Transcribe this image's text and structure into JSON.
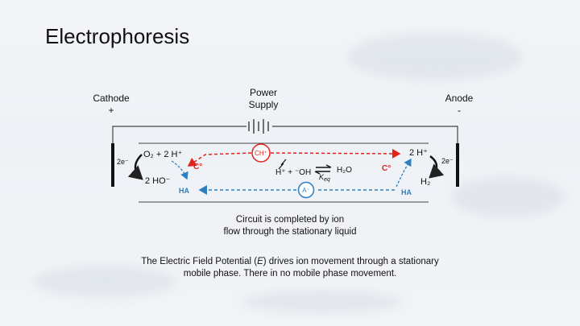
{
  "slide": {
    "title": "Electrophoresis",
    "cathode": {
      "name": "Cathode",
      "sign": "+"
    },
    "anode": {
      "name": "Anode",
      "sign": "-"
    },
    "power_supply": {
      "line1": "Power",
      "line2": "Supply"
    },
    "reactions": {
      "cathode_top": "O₂ + 2 H⁺",
      "cathode_bottom": "2 HO⁻",
      "anode_top": "2 H⁺",
      "anode_bottom": "H₂",
      "electrons_left": "2e⁻",
      "electrons_right": "2e⁻",
      "cation_left": "C°",
      "cation_right": "C°",
      "acid_left": "HA",
      "acid_right": "HA",
      "cation_ion": "CH⁺",
      "anion_ion": "A⁻",
      "water_ions": "H⁺ + ⁻OH",
      "water": "H₂O",
      "keq": "K",
      "keq_sub": "eq"
    },
    "circuit_caption": {
      "line1": "Circuit is completed by ion",
      "line2": "flow through the stationary liquid"
    },
    "field_caption": {
      "line1_pre": "The Electric Field Potential (",
      "line1_var": "E",
      "line1_post": ") drives ion movement through a stationary",
      "line2": "mobile phase.  There in no mobile phase movement."
    },
    "colors": {
      "red": "#e0241b",
      "blue": "#2e7fc0",
      "text": "#111111"
    }
  }
}
